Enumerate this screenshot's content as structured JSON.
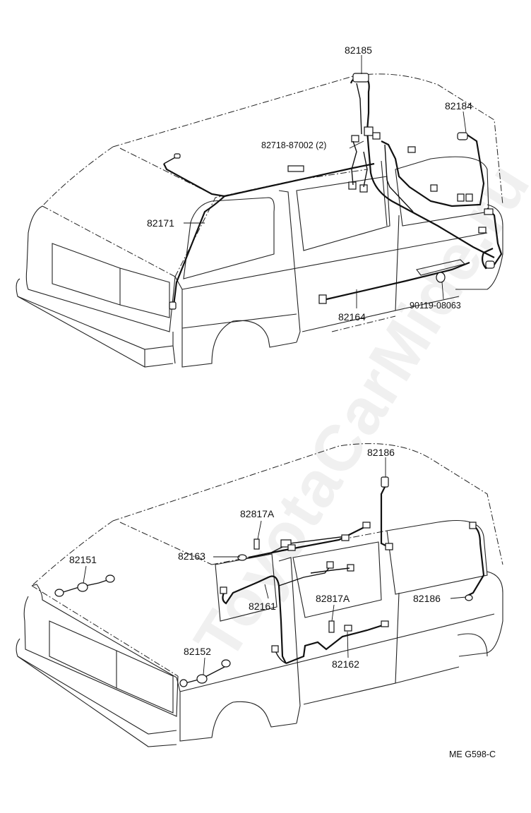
{
  "watermark": "ToyotaCarMide.ru",
  "figure_code": "ME  G598-C",
  "upper_view": {
    "labels": {
      "p82185": "82185",
      "p82184": "82184",
      "p82718": "82718-87002 (2)",
      "p82171": "82171",
      "p82164": "82164",
      "p90119": "90119-08063"
    }
  },
  "lower_view": {
    "labels": {
      "p82186_top": "82186",
      "p82817A_top": "82817A",
      "p82163": "82163",
      "p82151": "82151",
      "p82161": "82161",
      "p82817A_mid": "82817A",
      "p82186_right": "82186",
      "p82152": "82152",
      "p82162": "82162"
    }
  }
}
